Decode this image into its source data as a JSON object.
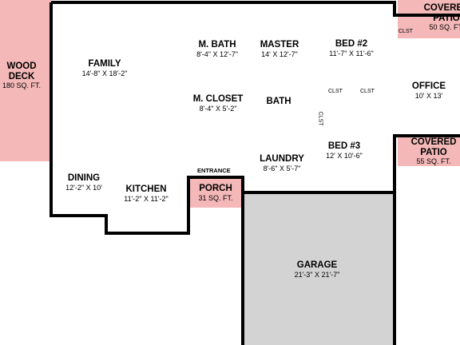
{
  "rooms": {
    "family": {
      "name": "FAMILY",
      "dims": "14'-8\" X 18'-2\""
    },
    "m_bath": {
      "name": "M. BATH",
      "dims": "8'-4\" X 12'-7\""
    },
    "master": {
      "name": "MASTER",
      "dims": "14' X 12'-7\""
    },
    "bed2": {
      "name": "BED #2",
      "dims": "11'-7\" X 11'-6\""
    },
    "office": {
      "name": "OFFICE",
      "dims": "10' X 13'"
    },
    "m_closet": {
      "name": "M. CLOSET",
      "dims": "8'-4\" X 5'-2\""
    },
    "bath": {
      "name": "BATH"
    },
    "bed3": {
      "name": "BED #3",
      "dims": "12' X 10'-6\""
    },
    "laundry": {
      "name": "LAUNDRY",
      "dims": "8'-6\" X 5'-7\""
    },
    "dining": {
      "name": "DINING",
      "dims": "12'-2\" X 10'"
    },
    "kitchen": {
      "name": "KITCHEN",
      "dims": "11'-2\" X 11'-2\""
    },
    "garage": {
      "name": "GARAGE",
      "dims": "21'-3\" X 21'-7\""
    }
  },
  "outdoor": {
    "wood_deck": {
      "name_line1": "WOOD",
      "name_line2": "DECK",
      "area": "180 SQ. FT."
    },
    "porch": {
      "name": "PORCH",
      "area": "31 SQ. FT."
    },
    "covered_patio_top": {
      "name_line1": "COVERED",
      "name_line2": "PATIO",
      "area": "50 SQ. FT."
    },
    "covered_patio_right": {
      "name_line1": "COVERED",
      "name_line2": "PATIO",
      "area": "55 SQ. FT."
    }
  },
  "markers": {
    "closet_top": "CLST",
    "closet_a": "CLST",
    "closet_b": "CLST",
    "closet_vertical": "CLST",
    "entrance": "ENTRANCE"
  },
  "colors": {
    "outdoor_fill": "#f4b8b8",
    "garage_fill": "#d3d3d3",
    "wall": "#000000"
  }
}
